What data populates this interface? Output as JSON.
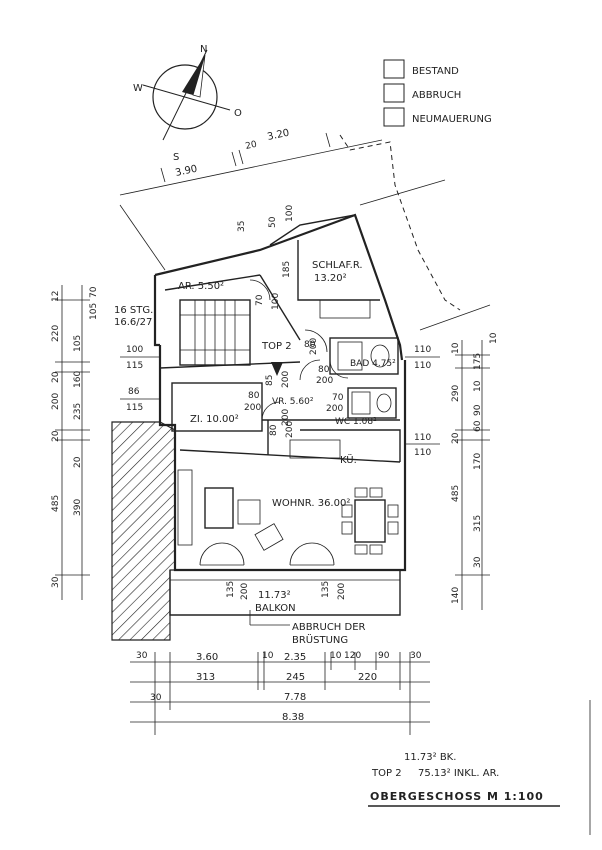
{
  "legend": {
    "items": [
      {
        "label": "BESTAND"
      },
      {
        "label": "ABBRUCH"
      },
      {
        "label": "NEUMAUERUNG"
      }
    ]
  },
  "compass": {
    "n": "N",
    "w": "W",
    "o": "O",
    "s": "S"
  },
  "rooms": {
    "schlafr": [
      "SCHLAF.R.",
      "13.20²"
    ],
    "ar": "AR. 5.50²",
    "stairs": [
      "16 STG.",
      "16.6/27"
    ],
    "top": "TOP 2",
    "bad": "BAD 4.75²",
    "zi": "ZI. 10.00²",
    "vr": "VR. 5.60²",
    "wc": "WC 1.08²",
    "ku": "KÜ.",
    "wohnr": "WOHNR. 36.00²",
    "balkon": [
      "11.73²",
      "BALKON"
    ],
    "abbruch": [
      "ABBRUCH DER",
      "BRÜSTUNG"
    ]
  },
  "dims_top": [
    "3.90",
    "20",
    "3.20"
  ],
  "dims_upper": [
    "35",
    "50",
    "100",
    "185",
    "70",
    "100"
  ],
  "dims_left_outer": [
    "12",
    "220",
    "20",
    "200",
    "20",
    "485",
    "30"
  ],
  "dims_left_inner": [
    "70",
    "105",
    "105",
    "160",
    "235",
    "20",
    "390"
  ],
  "dims_left_openings": [
    "100",
    "115",
    "86",
    "115"
  ],
  "dims_right": [
    "110",
    "110",
    "110",
    "110"
  ],
  "dims_right_outer": [
    "10",
    "175",
    "10",
    "290",
    "10",
    "90",
    "60",
    "20",
    "170",
    "485",
    "315",
    "30",
    "140"
  ],
  "dims_doors": [
    "80",
    "200",
    "85",
    "200",
    "80",
    "200",
    "80",
    "200",
    "70",
    "200",
    "80",
    "200",
    "200"
  ],
  "dims_balcony": [
    "135",
    "200",
    "135",
    "200"
  ],
  "dims_bottom_1": [
    "30",
    "3.60",
    "10",
    "2.35",
    "10",
    "120",
    "90",
    "30"
  ],
  "dims_bottom_2": [
    "313",
    "245",
    "220"
  ],
  "dims_bottom_3": [
    "30",
    "7.78"
  ],
  "dims_bottom_4": [
    "8.38"
  ],
  "summary": {
    "bk": "11.73² BK.",
    "top_label": "TOP 2",
    "top_area": "75.13² INKL. AR."
  },
  "title": "OBERGESCHOSS  M 1:100"
}
